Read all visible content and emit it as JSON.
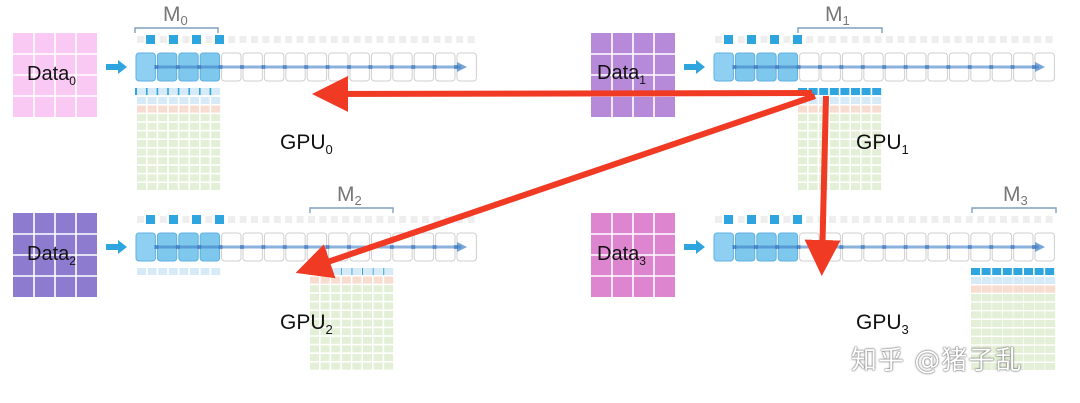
{
  "data_labels": [
    {
      "base": "Data",
      "sub": "0"
    },
    {
      "base": "Data",
      "sub": "1"
    },
    {
      "base": "Data",
      "sub": "2"
    },
    {
      "base": "Data",
      "sub": "3"
    }
  ],
  "gpu_labels": [
    {
      "base": "GPU",
      "sub": "0"
    },
    {
      "base": "GPU",
      "sub": "1"
    },
    {
      "base": "GPU",
      "sub": "2"
    },
    {
      "base": "GPU",
      "sub": "3"
    }
  ],
  "model_labels": [
    {
      "base": "M",
      "sub": "0"
    },
    {
      "base": "M",
      "sub": "1"
    },
    {
      "base": "M",
      "sub": "2"
    },
    {
      "base": "M",
      "sub": "3"
    }
  ],
  "watermark": "知乎 @猪子乱",
  "colors": {
    "data0": "#f9c8f3",
    "data1": "#b68ad9",
    "data2": "#8d7bd0",
    "data3": "#dd85cf",
    "highlight_blue": "#2fa5e0",
    "cell_blue": "#8fd0f2",
    "arrow_red": "#f03a24",
    "grid_green": "#e3efd6",
    "grid_pink": "#f7ddd0",
    "grid_light_blue": "#d6ebf7"
  }
}
